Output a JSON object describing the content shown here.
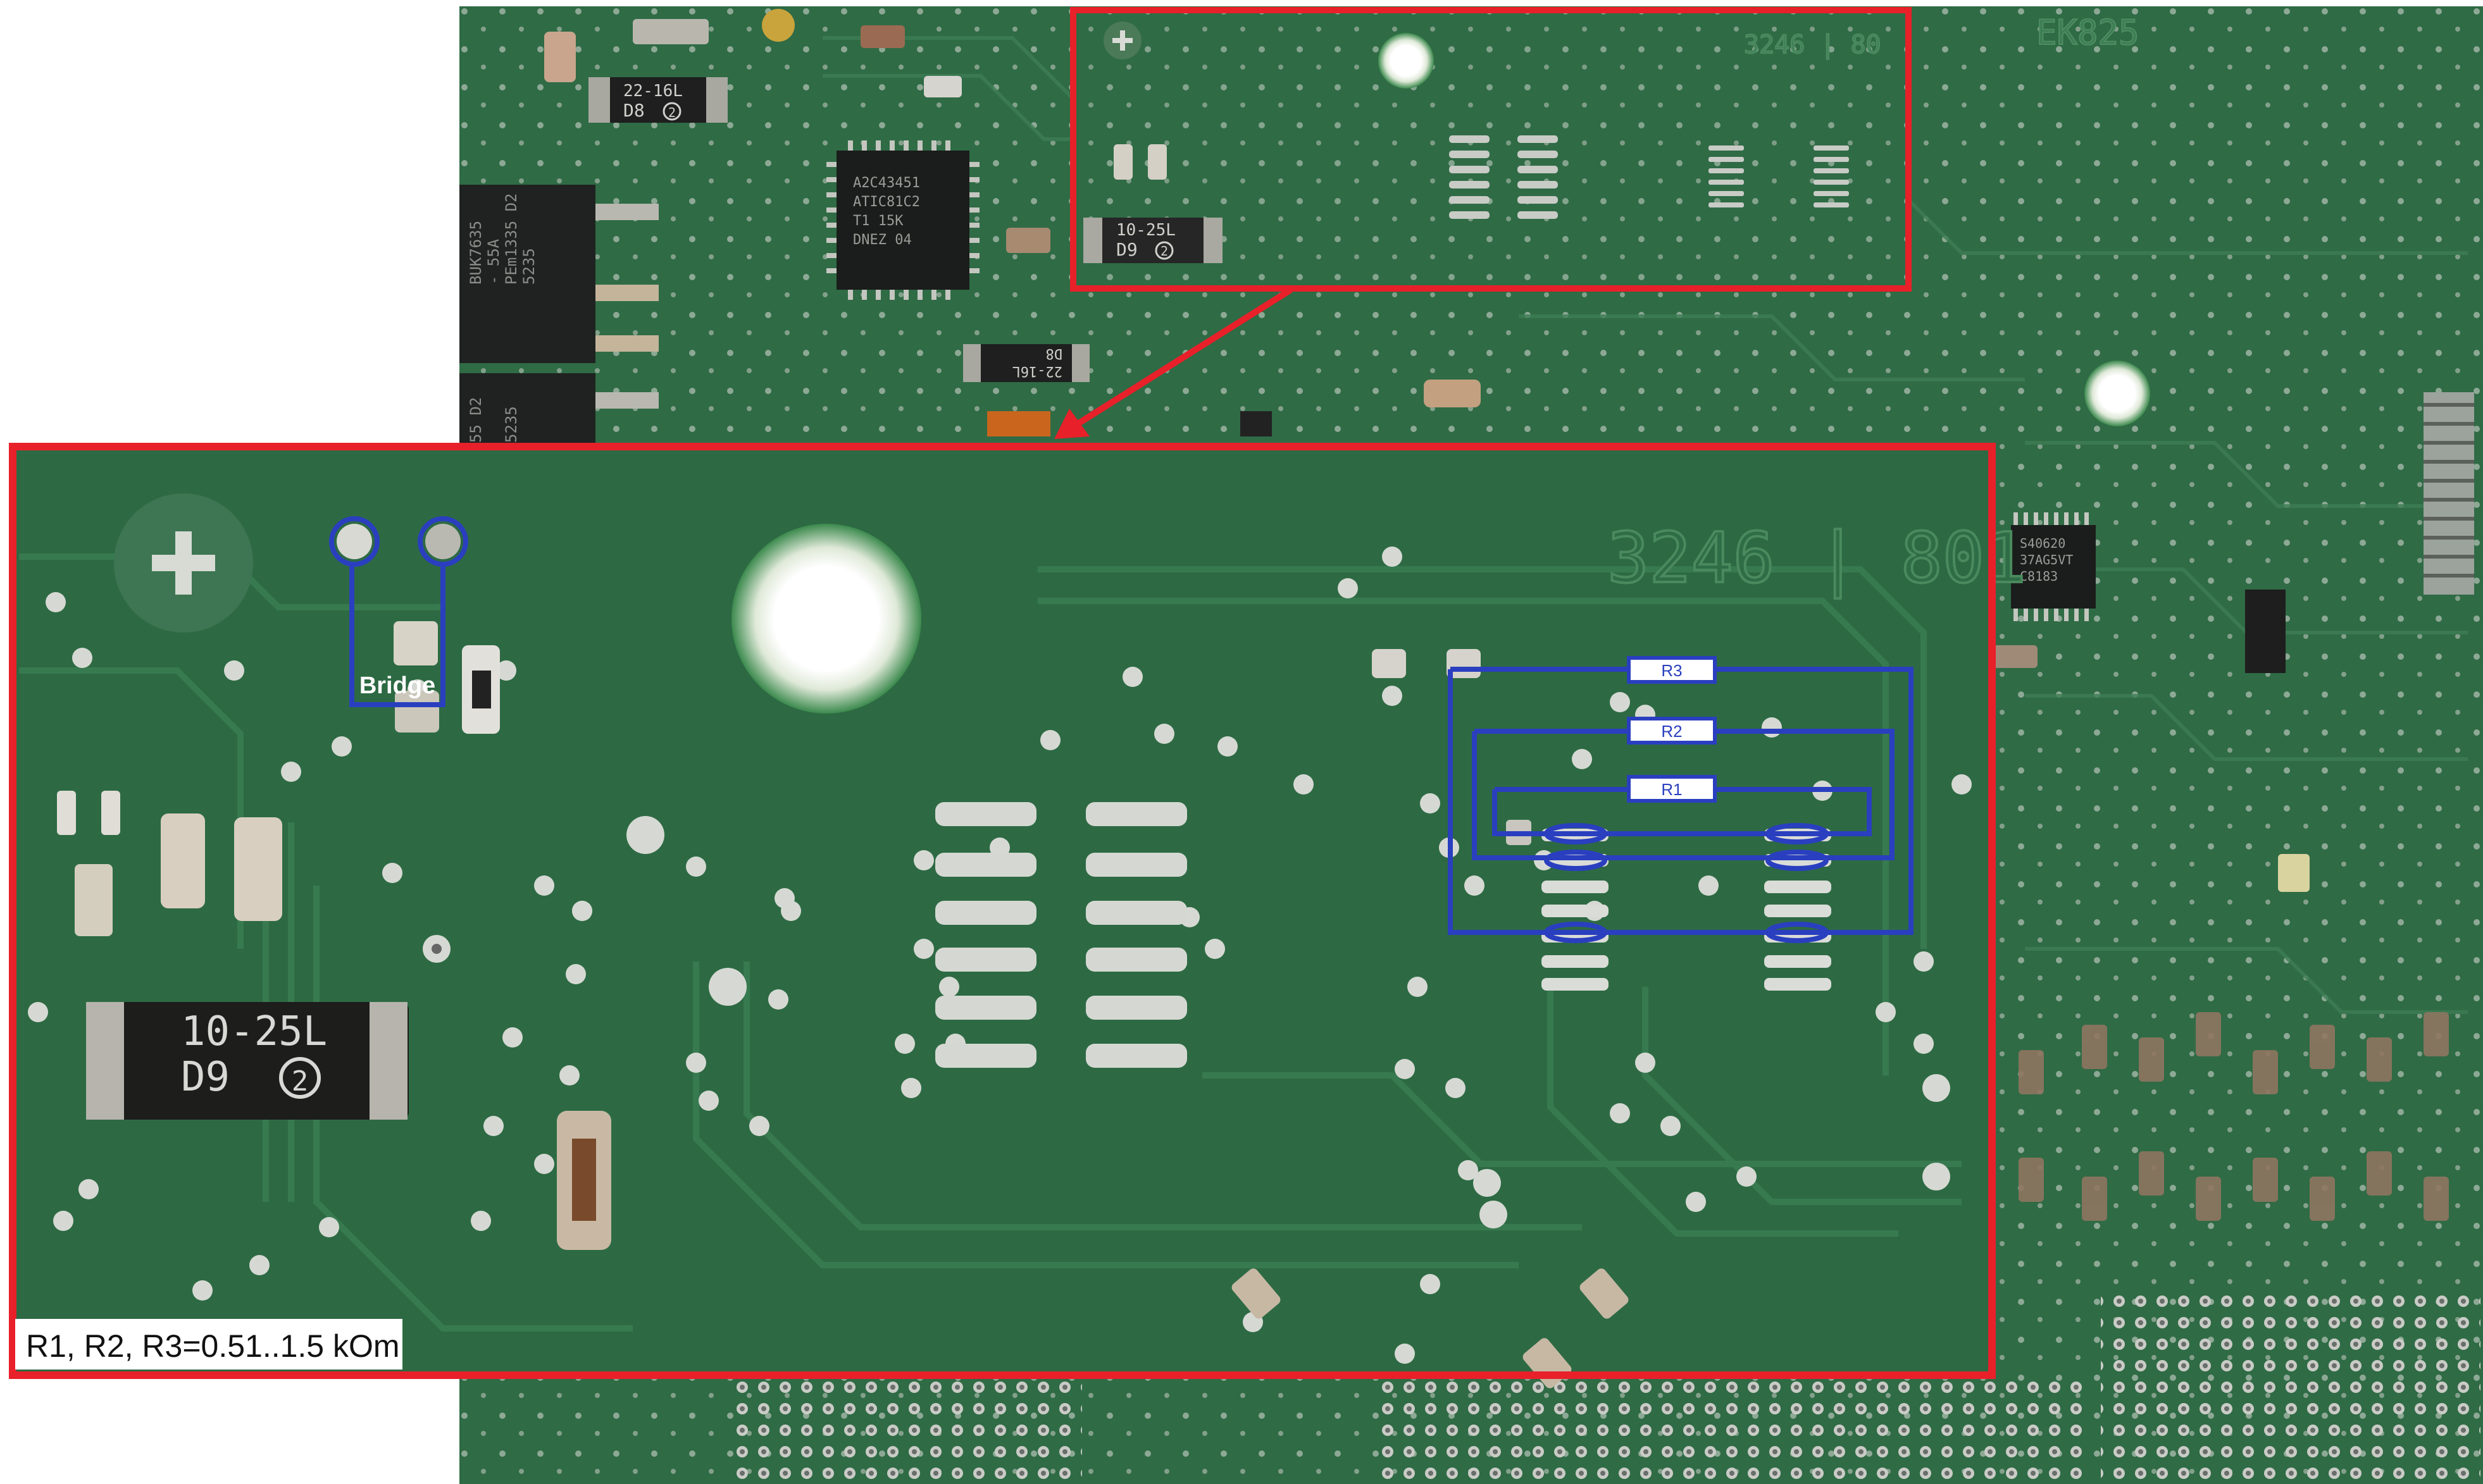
{
  "board": {
    "chips": {
      "mcu": [
        "A2C43451",
        "ATIC81C2",
        "T1 15K",
        "DNEZ 04"
      ],
      "bridge_ic": [
        "S40620",
        "37AG5VT",
        "C8183"
      ],
      "fet_top": [
        "BUK7635",
        "- 55A",
        "PEm1335 D2",
        "5235"
      ],
      "fet_bottom": [
        "55 D2",
        "5235"
      ],
      "diode_d8_top": [
        "22-16L",
        "D8"
      ],
      "diode_d8_mid": [
        "22-16L",
        "D8"
      ],
      "diode_d9_small": [
        "10-25L",
        "D9"
      ],
      "diode_d9_big": [
        "10-25L",
        "D9"
      ],
      "silk_small": "3246 | 80",
      "silk_big": "3246 | 801",
      "silk_topright": "EK825"
    },
    "circle_mark": "2"
  },
  "annotations": {
    "bridge": "Bridge",
    "r1": "R1",
    "r2": "R2",
    "r3": "R3",
    "caption": "R1, R2, R3=0.51..1.5 kOm"
  },
  "colors": {
    "pcb": "#2f6b45",
    "highlight_red": "#e8202a",
    "annotation_blue": "#2a3fbf"
  }
}
